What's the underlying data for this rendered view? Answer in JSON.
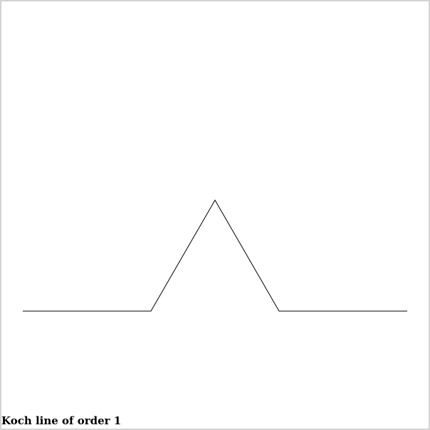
{
  "caption": "Koch line of order 1",
  "colors": {
    "border": "#d3d3d3",
    "background": "#ffffff",
    "line": "#000000"
  },
  "fractal": {
    "kind": "koch-line",
    "order": 1
  }
}
